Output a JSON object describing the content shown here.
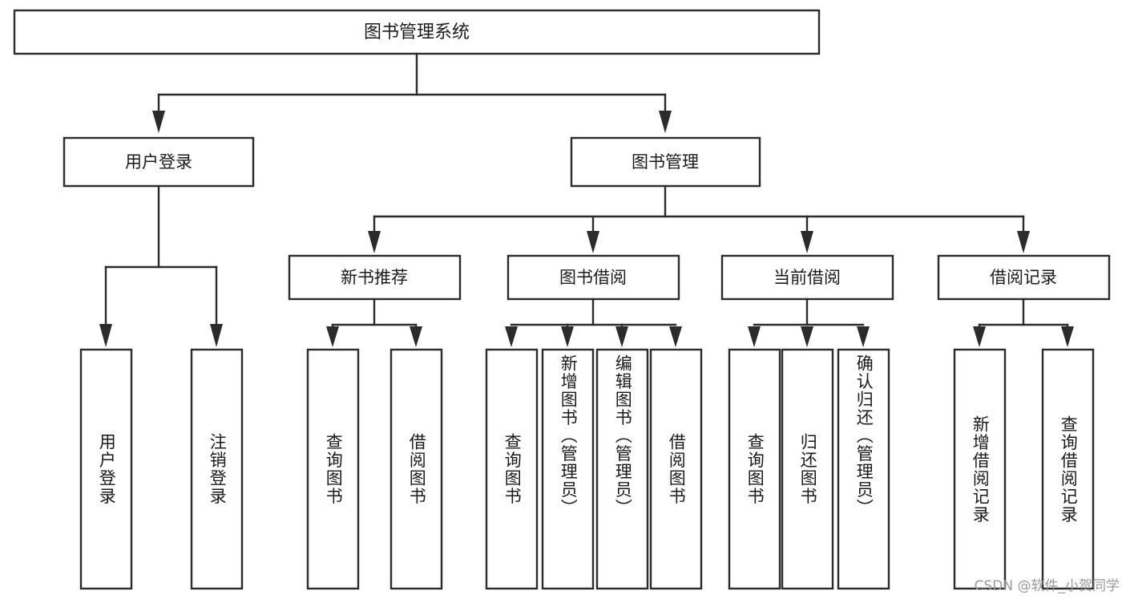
{
  "diagram": {
    "type": "tree-hierarchy",
    "title": "图书管理系统",
    "watermark": "CSDN @软件_小贺同学",
    "root": {
      "id": "root",
      "label": "图书管理系统",
      "level": 0
    },
    "level1": [
      {
        "id": "user-login",
        "label": "用户登录",
        "level": 1
      },
      {
        "id": "book-management",
        "label": "图书管理",
        "level": 1
      }
    ],
    "level2": [
      {
        "id": "new-book-recommend",
        "label": "新书推荐",
        "level": 2,
        "parent": "book-management"
      },
      {
        "id": "book-borrow",
        "label": "图书借阅",
        "level": 2,
        "parent": "book-management"
      },
      {
        "id": "current-borrow",
        "label": "当前借阅",
        "level": 2,
        "parent": "book-management"
      },
      {
        "id": "borrow-record",
        "label": "借阅记录",
        "level": 2,
        "parent": "book-management"
      }
    ],
    "leaves": [
      {
        "id": "leaf-user-login",
        "label": "用户登录",
        "parent": "user-login"
      },
      {
        "id": "leaf-logout-login",
        "label": "注销登录",
        "parent": "user-login"
      },
      {
        "id": "leaf-query-book-1",
        "label": "查询图书",
        "parent": "new-book-recommend"
      },
      {
        "id": "leaf-borrow-book-1",
        "label": "借阅图书",
        "parent": "new-book-recommend"
      },
      {
        "id": "leaf-query-book-2",
        "label": "查询图书",
        "parent": "book-borrow"
      },
      {
        "id": "leaf-add-book",
        "label": "新增图书（管理员）",
        "parent": "book-borrow"
      },
      {
        "id": "leaf-edit-book",
        "label": "编辑图书（管理员）",
        "parent": "book-borrow"
      },
      {
        "id": "leaf-borrow-book-2",
        "label": "借阅图书",
        "parent": "book-borrow"
      },
      {
        "id": "leaf-query-book-3",
        "label": "查询图书",
        "parent": "current-borrow"
      },
      {
        "id": "leaf-return-book",
        "label": "归还图书",
        "parent": "current-borrow"
      },
      {
        "id": "leaf-confirm-return",
        "label": "确认归还（管理员）",
        "parent": "current-borrow"
      },
      {
        "id": "leaf-add-record",
        "label": "新增借阅记录",
        "parent": "borrow-record"
      },
      {
        "id": "leaf-query-record",
        "label": "查询借阅记录",
        "parent": "borrow-record"
      }
    ],
    "colors": {
      "stroke": "#2b2b2b",
      "fill": "#ffffff",
      "text": "#1a1a1a",
      "watermark": "#9a9a9a",
      "background": "#ffffff"
    }
  }
}
